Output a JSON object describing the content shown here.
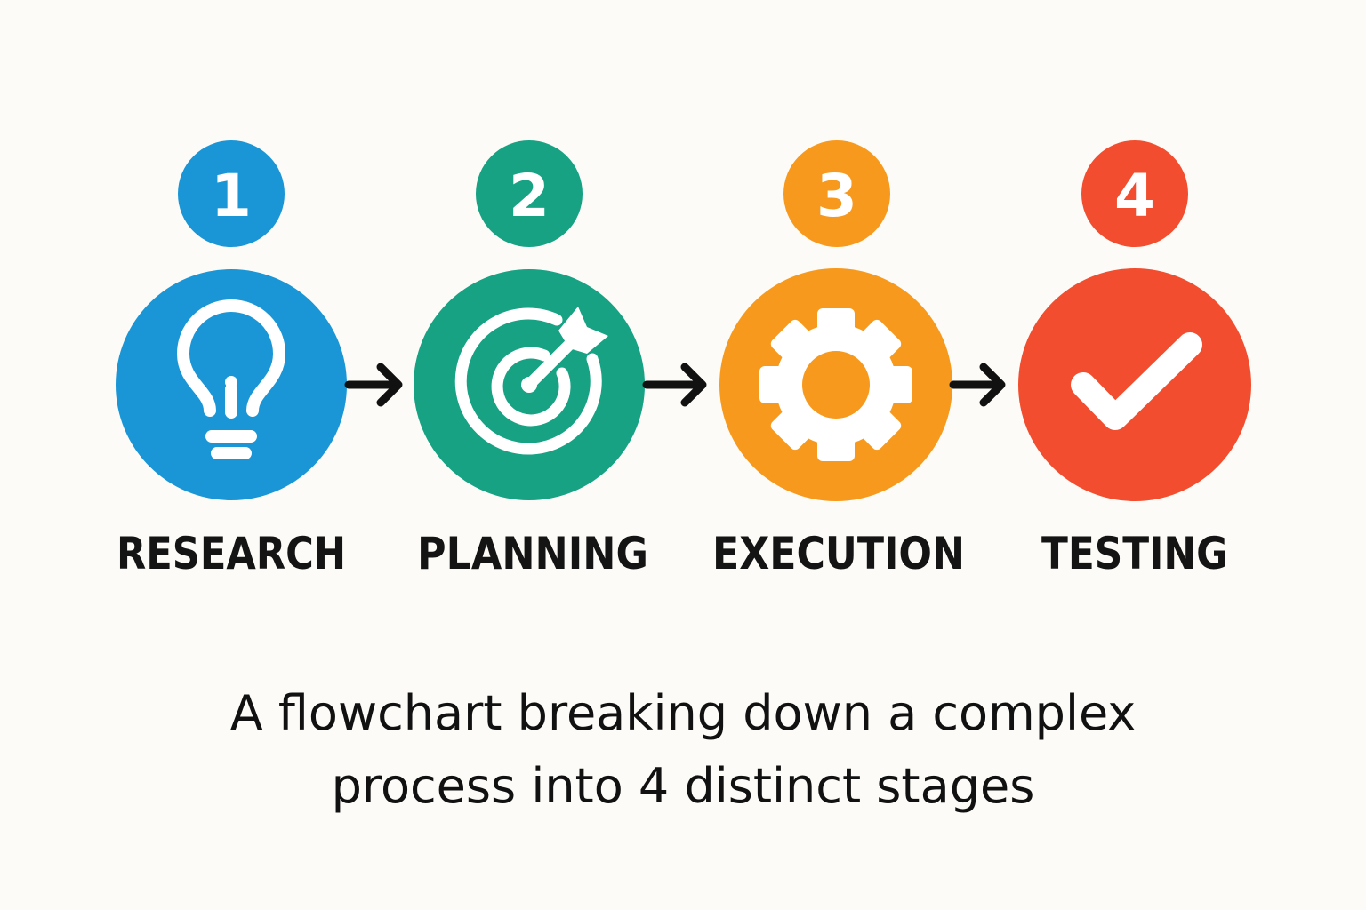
{
  "stages": [
    {
      "number": "1",
      "label": "RESEARCH",
      "icon": "lightbulb-icon",
      "color": "#1a96d6"
    },
    {
      "number": "2",
      "label": "PLANNING",
      "icon": "target-icon",
      "color": "#16a283"
    },
    {
      "number": "3",
      "label": "EXECUTION",
      "icon": "gear-icon",
      "color": "#f7991c"
    },
    {
      "number": "4",
      "label": "TESTING",
      "icon": "checkmark-icon",
      "color": "#f24d2e"
    }
  ],
  "caption": {
    "line1": "A flowchart breaking down a complex",
    "line2": "process into 4 distinct stages"
  },
  "arrow_color": "#111111"
}
